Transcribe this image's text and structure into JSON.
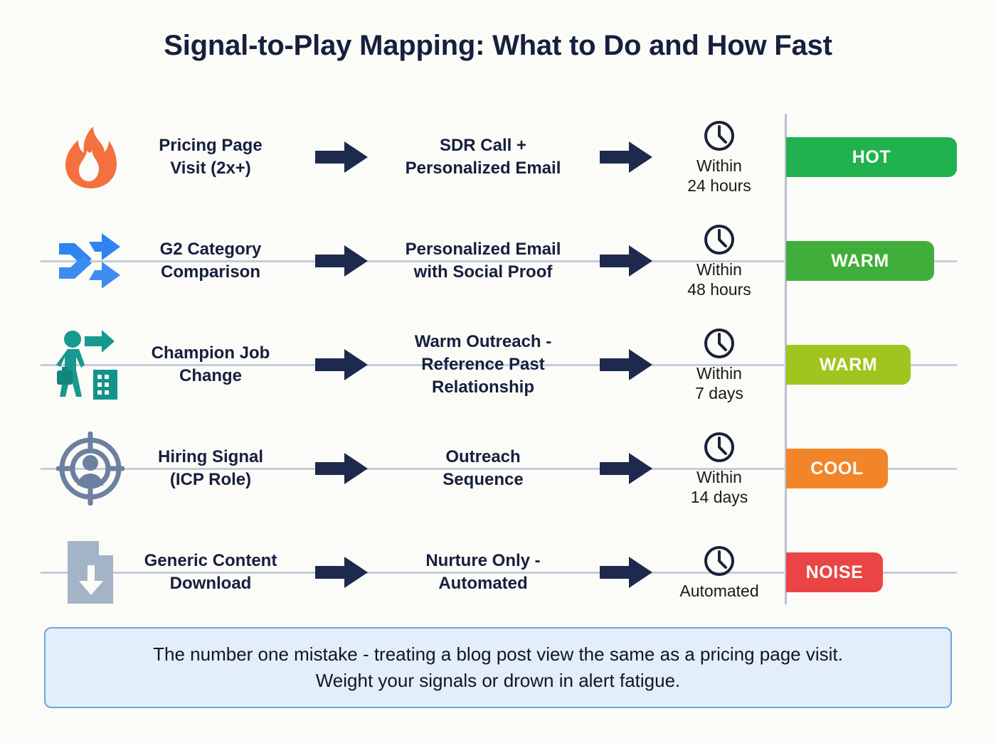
{
  "title": "Signal-to-Play Mapping: What to Do and How Fast",
  "colors": {
    "background": "#fbfbf8",
    "title_text": "#161f3d",
    "arrow": "#1d2a4d",
    "separator": "#c7cbda",
    "divider": "#b9bfd0",
    "hot": "#21b24f",
    "warm_green": "#3fae3a",
    "warm_lime": "#9fc51e",
    "cool": "#f2852a",
    "noise": "#ea4444",
    "callout_bg": "#e3eefb",
    "callout_border": "#6aa6e0"
  },
  "rows": [
    {
      "icon": "flame-icon",
      "signal": [
        "Pricing Page",
        "Visit (2x+)"
      ],
      "arrow1": "arrow-right-icon",
      "play": [
        "SDR Call +",
        "Personalized Email"
      ],
      "arrow2": "arrow-right-icon",
      "clock": "clock-icon",
      "timing": [
        "Within",
        "24 hours"
      ],
      "badge_label": "HOT",
      "badge_color": "#21b24f",
      "badge_width": 240
    },
    {
      "icon": "shuffle-icon",
      "signal": [
        "G2 Category",
        "Comparison"
      ],
      "arrow1": "arrow-right-icon",
      "play": [
        "Personalized Email",
        "with Social Proof"
      ],
      "arrow2": "arrow-right-icon",
      "clock": "clock-icon",
      "timing": [
        "Within",
        "48 hours"
      ],
      "badge_label": "WARM",
      "badge_color": "#3fae3a",
      "badge_width": 208
    },
    {
      "icon": "job-change-icon",
      "signal": [
        "Champion Job",
        "Change"
      ],
      "arrow1": "arrow-right-icon",
      "play": [
        "Warm Outreach -",
        "Reference Past",
        "Relationship"
      ],
      "arrow2": "arrow-right-icon",
      "clock": "clock-icon",
      "timing": [
        "Within",
        "7 days"
      ],
      "badge_label": "WARM",
      "badge_color": "#9fc51e",
      "badge_width": 175
    },
    {
      "icon": "target-person-icon",
      "signal": [
        "Hiring Signal",
        "(ICP Role)"
      ],
      "arrow1": "arrow-right-icon",
      "play": [
        "Outreach",
        "Sequence"
      ],
      "arrow2": "arrow-right-icon",
      "clock": "clock-icon",
      "timing": [
        "Within",
        "14 days"
      ],
      "badge_label": "COOL",
      "badge_color": "#f2852a",
      "badge_width": 143
    },
    {
      "icon": "document-download-icon",
      "signal": [
        "Generic Content",
        "Download"
      ],
      "arrow1": "arrow-right-icon",
      "play": [
        "Nurture Only -",
        "Automated"
      ],
      "arrow2": "arrow-right-icon",
      "clock": "clock-icon",
      "timing": [
        "Automated"
      ],
      "badge_label": "NOISE",
      "badge_color": "#ea4444",
      "badge_width": 136
    }
  ],
  "callout": {
    "line1": "The number one mistake - treating a blog post view the same as a pricing page visit.",
    "line2": "Weight your signals or drown in alert fatigue."
  }
}
